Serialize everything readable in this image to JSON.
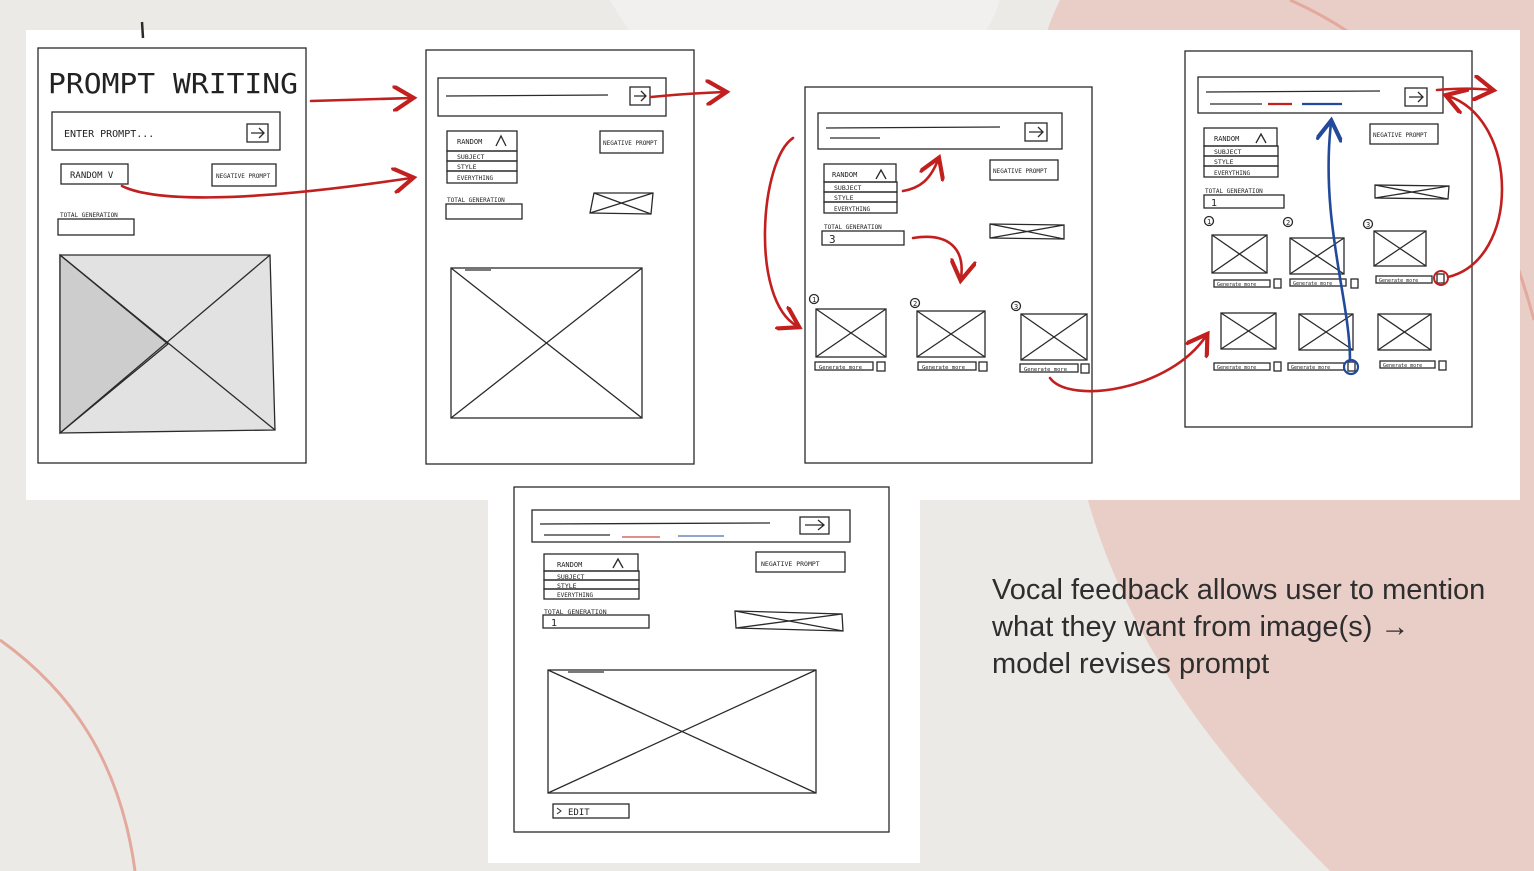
{
  "colors": {
    "background": "#eceae7",
    "blob": "#e9cec7",
    "flow_arrow": "#c21f1f",
    "feedback_arrow": "#234a9a",
    "ink": "#2a2a2a"
  },
  "screen1": {
    "title": "PROMPT WRITING",
    "prompt_placeholder": "ENTER PROMPT...",
    "random_dropdown": "RANDOM V",
    "negative_prompt": "NEGATIVE PROMPT",
    "total_generation_label": "TOTAL GENERATION"
  },
  "screen2": {
    "random_label": "RANDOM",
    "options": [
      "SUBJECT",
      "STYLE",
      "EVERYTHING"
    ],
    "negative_prompt": "NEGATIVE PROMPT",
    "total_generation_label": "TOTAL GENERATION"
  },
  "screen3": {
    "random_label": "RANDOM",
    "options": [
      "SUBJECT",
      "STYLE",
      "EVERYTHING"
    ],
    "negative_prompt": "NEGATIVE PROMPT",
    "total_generation_label": "TOTAL GENERATION",
    "total_generation_value": "3",
    "numbers": [
      "1",
      "2",
      "3"
    ],
    "generate_more": "Generate more"
  },
  "screen4": {
    "random_label": "RANDOM",
    "options": [
      "SUBJECT",
      "STYLE",
      "EVERYTHING"
    ],
    "negative_prompt": "NEGATIVE PROMPT",
    "total_generation_label": "TOTAL GENERATION",
    "total_generation_value": "1",
    "numbers": [
      "1",
      "2",
      "3"
    ],
    "generate_more": "Generate more"
  },
  "screen5": {
    "random_label": "RANDOM",
    "options": [
      "SUBJECT",
      "STYLE",
      "EVERYTHING"
    ],
    "negative_prompt": "NEGATIVE PROMPT",
    "total_generation_label": "TOTAL GENERATION",
    "total_generation_value": "1",
    "edit_button": "EDIT"
  },
  "caption": "Vocal feedback allows user to mention what they want from image(s) → model revises prompt"
}
